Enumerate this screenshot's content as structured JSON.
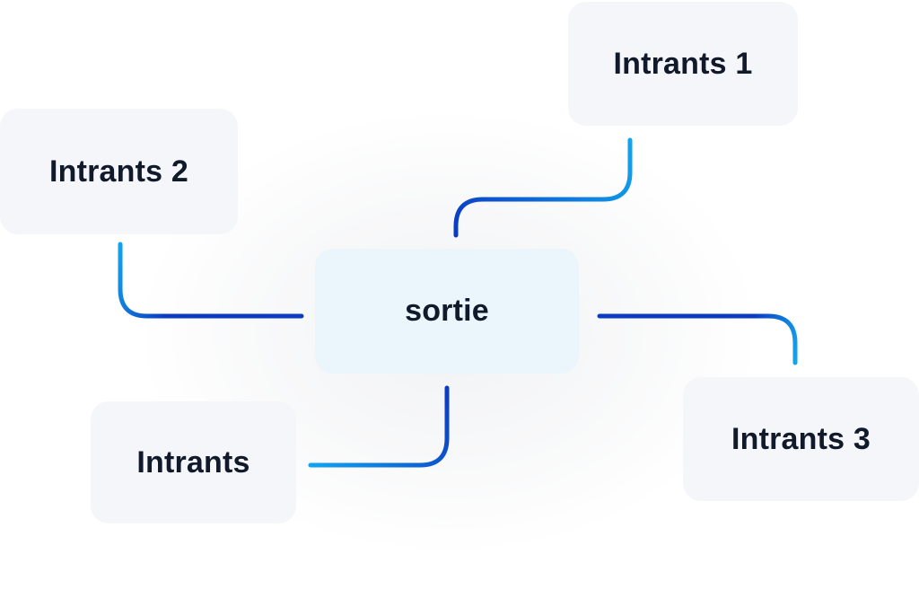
{
  "diagram": {
    "center": {
      "label": "sortie"
    },
    "inputs": [
      {
        "label": "Intrants 1"
      },
      {
        "label": "Intrants 2"
      },
      {
        "label": "Intrants 3"
      },
      {
        "label": "Intrants"
      }
    ]
  },
  "colors": {
    "link_dark": "#0b3bc1",
    "link_light": "#12a4ee",
    "node_bg": "#f5f6f9",
    "center_bg": "#eaf5fc",
    "text": "#111a2b"
  }
}
